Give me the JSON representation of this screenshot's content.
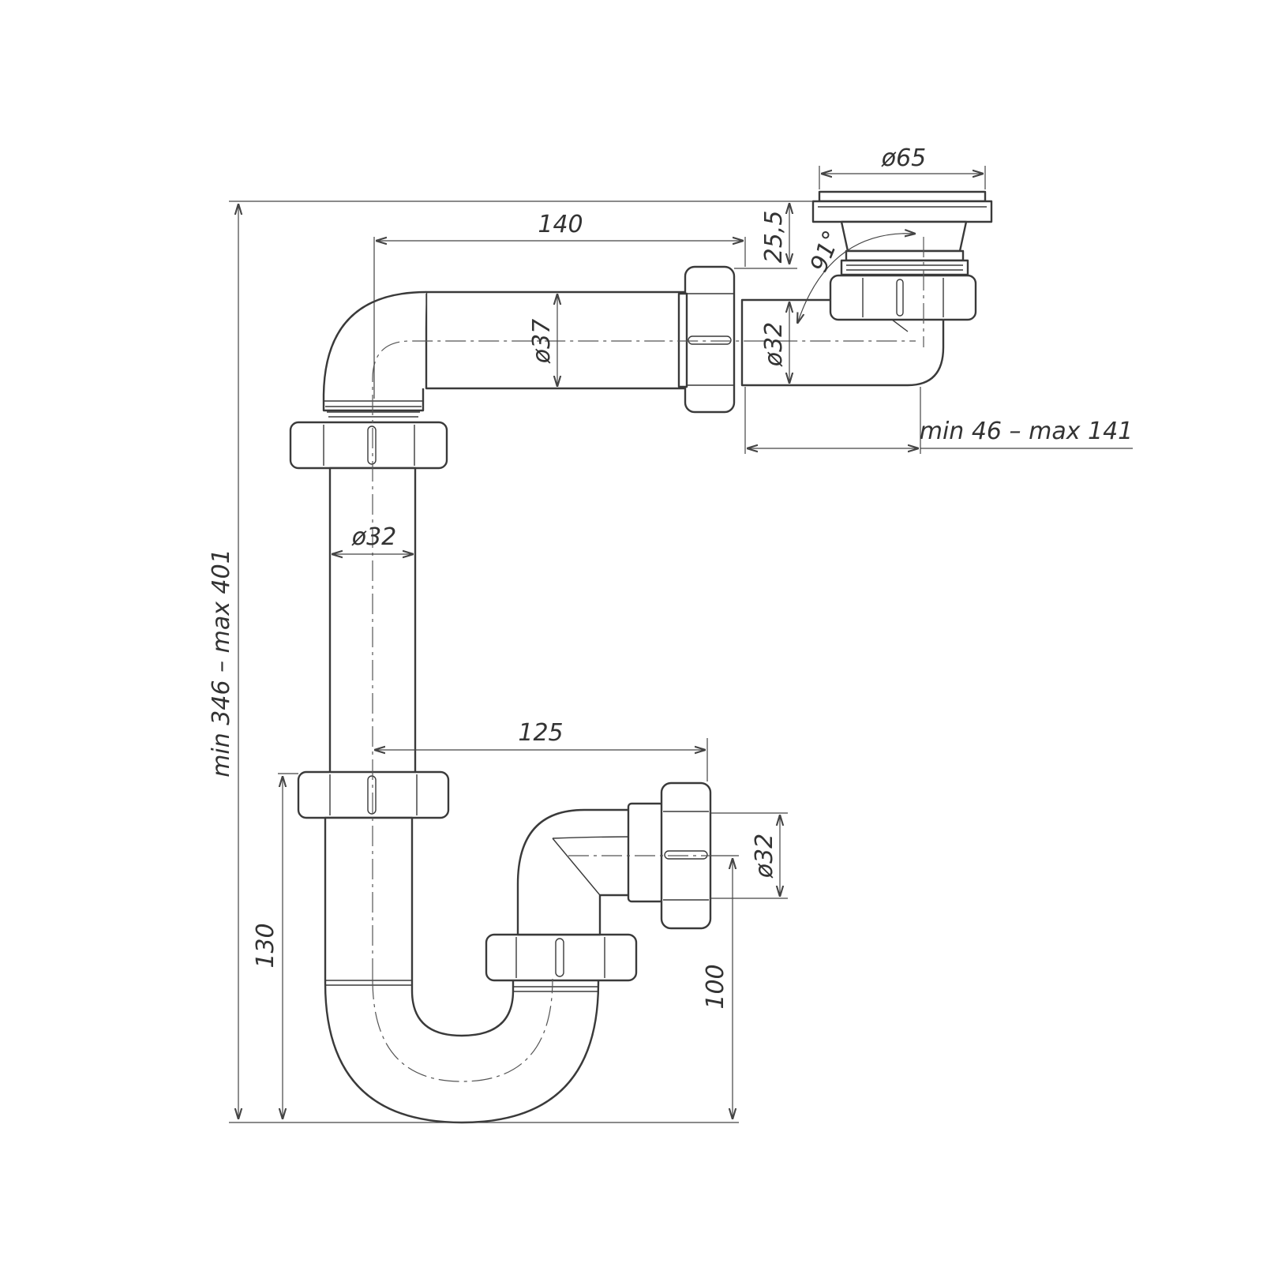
{
  "dimensions": {
    "waste_diameter": "ø65",
    "overflow_height": "25,5",
    "upper_length": "140",
    "angle": "91°",
    "horizontal_pipe_diameter": "ø37",
    "outlet_pipe_diameter": "ø32",
    "adjust_range_horizontal": "min 46 – max 141",
    "vertical_pipe_diameter": "ø32",
    "total_height": "min 346 – max 401",
    "trap_length": "125",
    "side_outlet_diameter": "ø32",
    "trap_height_left": "130",
    "side_outlet_height": "100"
  },
  "colors": {
    "line": "#3a3a3a",
    "text": "#333333",
    "background": "#ffffff"
  }
}
